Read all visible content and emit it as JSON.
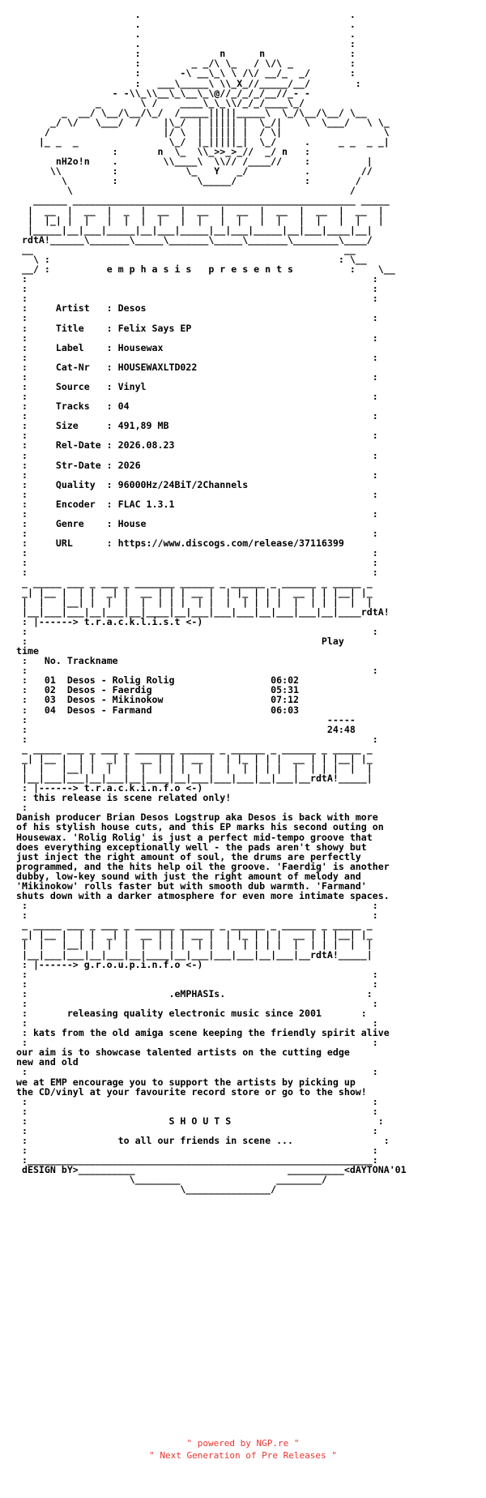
{
  "group_presents": "e m p h a s i s   p r e s e n t s",
  "release": {
    "artist": "Desos",
    "title": "Felix Says EP",
    "label": "Housewax",
    "cat_nr": "HOUSEWAXLTD022",
    "source": "Vinyl",
    "tracks": "04",
    "size": "491,89 MB",
    "rel_date": "2026.08.23",
    "str_date": "2026",
    "quality": "96000Hz/24BiT/2Channels",
    "encoder": "FLAC 1.3.1",
    "genre": "House",
    "url": "https://www.discogs.com/release/37116399"
  },
  "tracklist": {
    "heading": "t.r.a.c.k.l.i.s.t",
    "col_no": "No.",
    "col_name": "Trackname",
    "col_time": "Play\ntime",
    "items": [
      {
        "no": "01",
        "name": "Desos - Rolig Rolig",
        "time": "06:02"
      },
      {
        "no": "02",
        "name": "Desos - Faerdig",
        "time": "05:31"
      },
      {
        "no": "03",
        "name": "Desos - Mikinokow",
        "time": "07:12"
      },
      {
        "no": "04",
        "name": "Desos - Farmand",
        "time": "06:03"
      }
    ],
    "total": "24:48"
  },
  "trackinfo": {
    "heading": "t.r.a.c.k.i.n.f.o",
    "note": "this release is scene related only!",
    "text": "Danish producer Brian Desos Logstrup aka Desos is back with more\nof his stylish house cuts, and this EP marks his second outing on\nHousewax. 'Rolig Rolig' is just a perfect mid-tempo groove that\ndoes everything exceptionally well - the pads aren't showy but\njust inject the right amount of soul, the drums are perfectly\nprogrammed, and the hits help oil the groove. 'Faerdig' is another\ndubby, low-key sound with just the right amount of melody and\n'Mikinokow' rolls faster but with smooth dub warmth. 'Farmand'\nshuts down with a darker atmosphere for even more intimate spaces."
  },
  "groupinfo": {
    "heading": "g.r.o.u.p.i.n.f.o",
    "name": ".eMPHASIs.",
    "tagline": "releasing quality electronic music since 2001",
    "line1": "kats from the old amiga scene keeping the friendly spirit alive",
    "line2": "our aim is to showcase talented artists on the cutting edge\nnew and old",
    "line3": "we at EMP encourage you to support the artists by picking up\nthe CD/vinyl at your favourite record store or go to the show!",
    "shouts_title": "S H O U T S",
    "shouts_text": "to all our friends in scene ..."
  },
  "credits": {
    "design_by": "dESIGN bY>",
    "artist_tag": "<dAYTONA'01",
    "logo_tag": "rdtA!"
  },
  "footer": {
    "line1_prefix": "\" powered by ",
    "link": "NGP.re",
    "line1_suffix": " \"",
    "line2": "\" Next Generation of Pre Releases \""
  }
}
